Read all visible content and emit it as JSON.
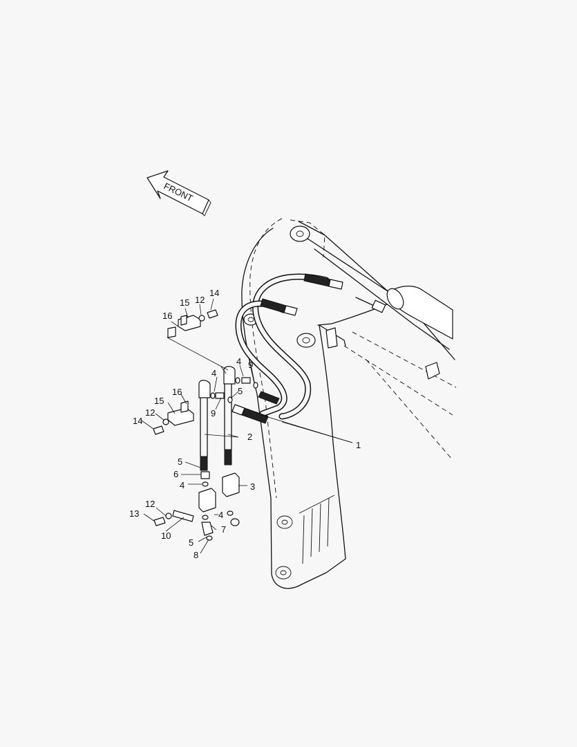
{
  "direction_label": "FRONT",
  "callouts": [
    {
      "id": "c1",
      "label": "1"
    },
    {
      "id": "c2",
      "label": "2"
    },
    {
      "id": "c3",
      "label": "3"
    },
    {
      "id": "c4a",
      "label": "4"
    },
    {
      "id": "c4b",
      "label": "4"
    },
    {
      "id": "c4c",
      "label": "4"
    },
    {
      "id": "c4d",
      "label": "4"
    },
    {
      "id": "c5a",
      "label": "5"
    },
    {
      "id": "c5b",
      "label": "5"
    },
    {
      "id": "c5c",
      "label": "5"
    },
    {
      "id": "c6",
      "label": "6"
    },
    {
      "id": "c7",
      "label": "7"
    },
    {
      "id": "c8",
      "label": "8"
    },
    {
      "id": "c9a",
      "label": "9"
    },
    {
      "id": "c9b",
      "label": "9"
    },
    {
      "id": "c10",
      "label": "10"
    },
    {
      "id": "c12a",
      "label": "12"
    },
    {
      "id": "c12b",
      "label": "12"
    },
    {
      "id": "c12c",
      "label": "12"
    },
    {
      "id": "c13",
      "label": "13"
    },
    {
      "id": "c14a",
      "label": "14"
    },
    {
      "id": "c14b",
      "label": "14"
    },
    {
      "id": "c15a",
      "label": "15"
    },
    {
      "id": "c15b",
      "label": "15"
    },
    {
      "id": "c16a",
      "label": "16"
    },
    {
      "id": "c16b",
      "label": "16"
    }
  ]
}
